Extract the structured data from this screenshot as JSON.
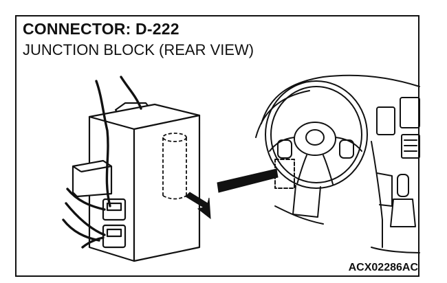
{
  "header": {
    "title": "CONNECTOR: D-222",
    "subtitle": "JUNCTION BLOCK (REAR VIEW)"
  },
  "footer": {
    "figure_code": "ACX02286AC"
  },
  "colors": {
    "line": "#111111",
    "background": "#ffffff"
  },
  "icons": {
    "pointer": "arrow-icon"
  }
}
